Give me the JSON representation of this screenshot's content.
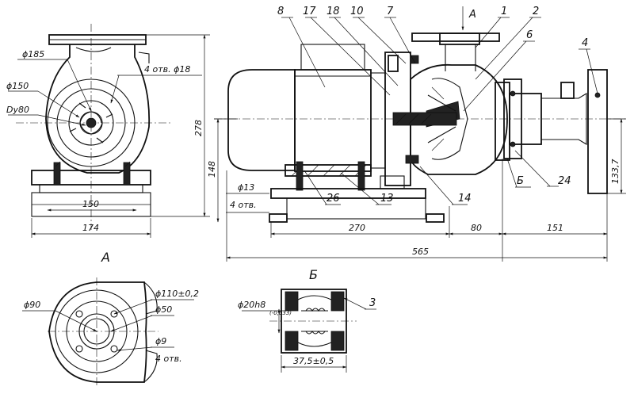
{
  "front_view": {
    "dia_185": "ϕ185",
    "holes": "4 отв. ϕ18",
    "dia_150": "ϕ150",
    "dy80": "Dy80",
    "dim_150": "150",
    "dim_174": "174",
    "dim_278": "278",
    "label_a": "А"
  },
  "main_view": {
    "parts": [
      "8",
      "17",
      "18",
      "10",
      "7",
      "1",
      "2",
      "6",
      "4",
      "24",
      "14",
      "13",
      "26"
    ],
    "arrow_a": "А",
    "section_b": "Б",
    "dim_148": "148",
    "dim_13": "ϕ13",
    "holes_4": "4 отв.",
    "dim_270": "270",
    "dim_80": "80",
    "dim_151": "151",
    "dim_565": "565",
    "dim_1337": "133,7"
  },
  "view_a": {
    "dia_90": "ϕ90",
    "dia_110": "ϕ110±0,2",
    "dia_50": "ϕ50",
    "dia_9": "ϕ9",
    "holes": "4 отв."
  },
  "detail_b": {
    "title": "Б",
    "shaft_dia": "ϕ20h8",
    "shaft_tol": "(-0,033)",
    "length": "37,5±0,5",
    "part_3": "3"
  }
}
